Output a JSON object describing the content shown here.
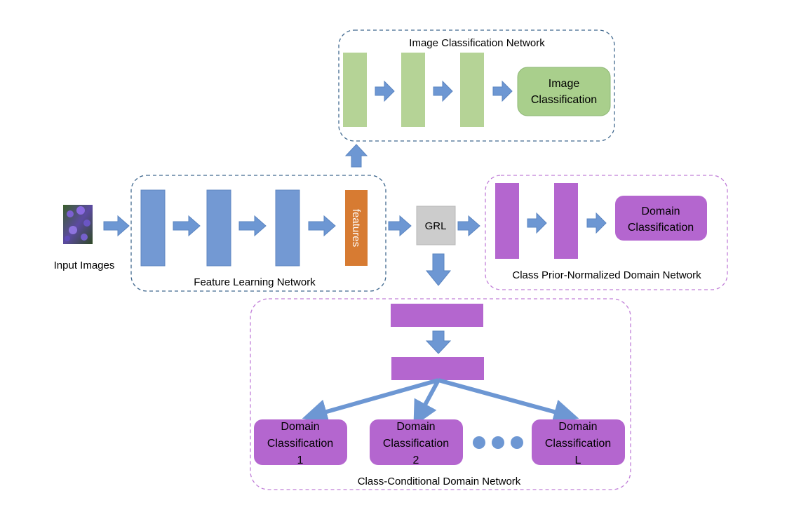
{
  "input": {
    "label": "Input Images"
  },
  "feature_network": {
    "title": "Feature Learning Network",
    "features_label": "features"
  },
  "image_network": {
    "title": "Image Classification Network",
    "output_label_line1": "Image",
    "output_label_line2": "Classification"
  },
  "grl": {
    "label": "GRL"
  },
  "prior_network": {
    "title": "Class Prior-Normalized Domain Network",
    "output_label_line1": "Domain",
    "output_label_line2": "Classification"
  },
  "conditional_network": {
    "title": "Class-Conditional Domain Network",
    "outputs": [
      {
        "line1": "Domain",
        "line2": "Classification",
        "line3": "1"
      },
      {
        "line1": "Domain",
        "line2": "Classification",
        "line3": "2"
      },
      {
        "line1": "Domain",
        "line2": "Classification",
        "line3": "L"
      }
    ]
  },
  "colors": {
    "blue_layer": "#7399d3",
    "green_layer": "#b5d396",
    "green_box": "#a9cf8c",
    "purple": "#b466cf",
    "orange": "#d77b32",
    "grl_gray": "#cccccc",
    "arrow": "#6d97d3",
    "blue_dash": "#41698f",
    "purple_dash": "#c17fd8"
  }
}
